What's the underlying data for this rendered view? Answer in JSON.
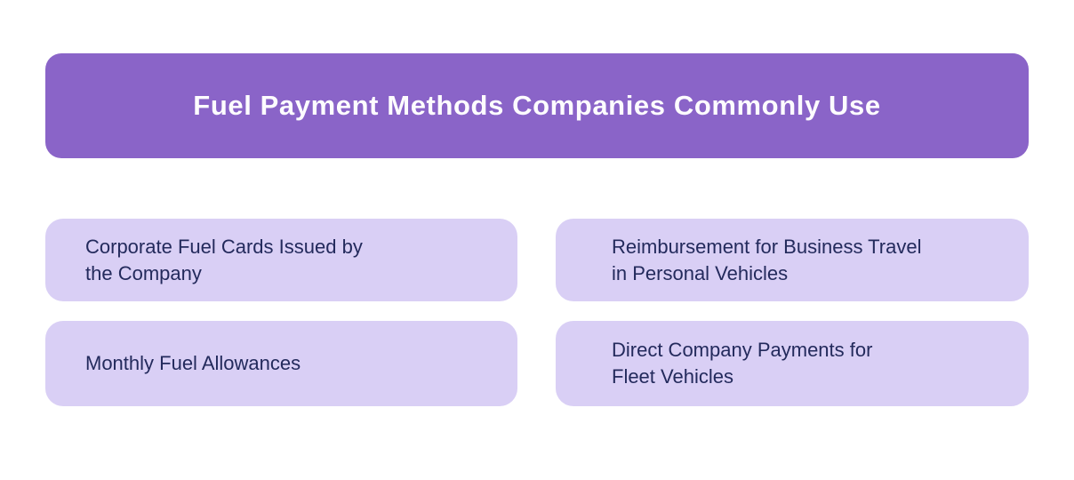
{
  "header": {
    "title": "Fuel Payment Methods Companies Commonly Use"
  },
  "cards": [
    {
      "label": "Corporate Fuel Cards Issued by\nthe Company"
    },
    {
      "label": "Reimbursement for Business Travel\nin Personal Vehicles"
    },
    {
      "label": "Monthly Fuel Allowances"
    },
    {
      "label": "Direct Company Payments for\nFleet Vehicles"
    }
  ],
  "colors": {
    "page_bg": "#FFFFFF",
    "header_bg": "#8A64C8",
    "header_text": "#FDFCFE",
    "card_bg": "#D9CFF5",
    "card_text": "#232A5C"
  }
}
